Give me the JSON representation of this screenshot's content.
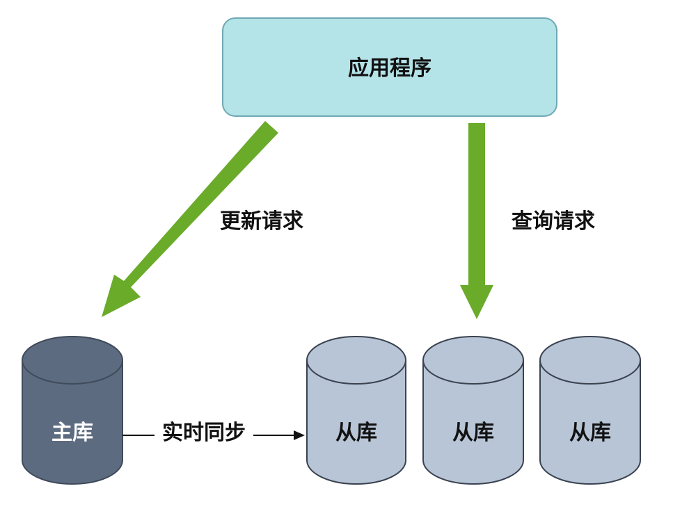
{
  "diagram": {
    "app": {
      "label": "应用程序",
      "fill": "#b4e3e8",
      "stroke": "#6fa8b5"
    },
    "update_label": "更新请求",
    "query_label": "查询请求",
    "sync_label": "实时同步",
    "master": {
      "label": "主库",
      "fill": "#5d6b80",
      "stroke": "#3f4a5a",
      "text_color": "#ffffff"
    },
    "slaves": [
      {
        "label": "从库"
      },
      {
        "label": "从库"
      },
      {
        "label": "从库"
      }
    ],
    "slave_style": {
      "fill": "#b7c5d6",
      "stroke": "#3a4250",
      "text_color": "#111111"
    },
    "arrow_color": "#6aab2a"
  }
}
